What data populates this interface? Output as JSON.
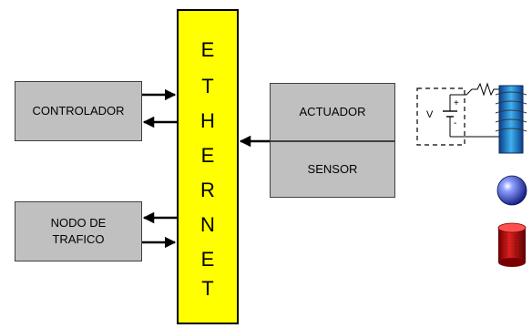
{
  "diagram": {
    "bus": {
      "letters": [
        "E",
        "T",
        "H",
        "E",
        "R",
        "N",
        "E",
        "T"
      ],
      "fill": "#ffff00"
    },
    "blocks": {
      "controlador": "CONTROLADOR",
      "nodo_trafico": "NODO DE\nTRAFICO",
      "actuador": "ACTUADOR",
      "sensor": "SENSOR"
    },
    "circuit": {
      "source_label": "V",
      "plus": "+",
      "minus": "-"
    },
    "colors": {
      "block_fill": "#c0c0c0",
      "coil_blue": "#1f86d6",
      "sphere_blue": "#1e2fb8",
      "cylinder_red": "#c00000"
    }
  }
}
